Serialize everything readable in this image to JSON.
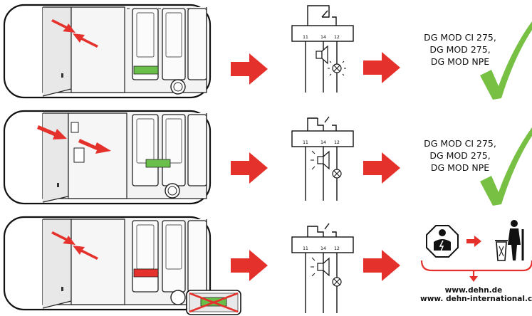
{
  "colors": {
    "arrow_red": "#e5312b",
    "led_green": "#6abf4b",
    "led_red": "#e5312b",
    "check_green": "#77c044",
    "line": "#111111"
  },
  "steps": [
    {
      "state": "operational",
      "led_color": "green",
      "contact_lamp": "on",
      "terminals": [
        "11",
        "14",
        "12"
      ],
      "modules": [
        "DG MOD CI 275,",
        "DG MOD 275,",
        "DG MOD NPE"
      ],
      "result_icon": "checkmark-icon"
    },
    {
      "state": "replace-soon",
      "led_color": "green",
      "contact_lamp": "off",
      "terminals": [
        "11",
        "14",
        "12"
      ],
      "modules": [
        "DG MOD CI 275,",
        "DG MOD 275,",
        "DG MOD NPE"
      ],
      "result_icon": "checkmark-icon"
    },
    {
      "state": "defective",
      "led_color": "red",
      "contact_lamp": "off",
      "terminals": [
        "11",
        "14",
        "12"
      ],
      "disposal": {
        "icons": [
          "electrician-icon",
          "trash-bin-icon"
        ],
        "urls": [
          "www.dehn.de",
          "www. dehn-international.co"
        ]
      }
    }
  ]
}
